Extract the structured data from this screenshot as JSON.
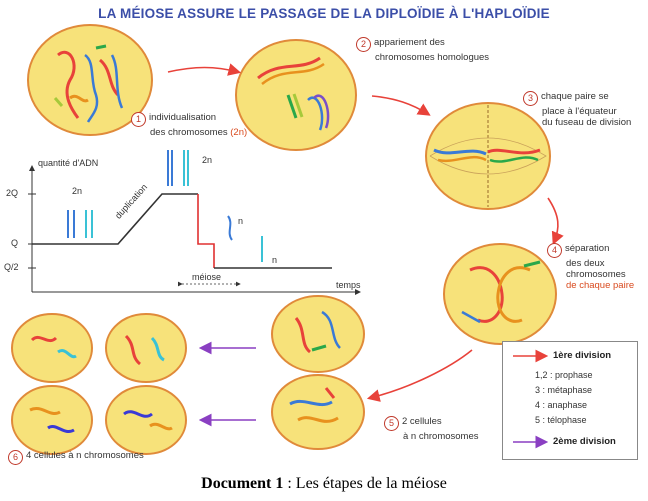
{
  "title": "LA MÉIOSE ASSURE LE PASSAGE DE LA DIPLOÏDIE À L'HAPLOÏDIE",
  "caption": {
    "bold": "Document 1",
    "rest": " : Les étapes de la méiose"
  },
  "steps": [
    {
      "number": "1",
      "line1": "individualisation",
      "line2": "des chromosomes",
      "suffix": "(2n)"
    },
    {
      "number": "2",
      "line1": "appariement des",
      "line2": "chromosomes homologues"
    },
    {
      "number": "3",
      "line1": "chaque paire se",
      "line2": "place à l'équateur",
      "line3": "du fuseau de division"
    },
    {
      "number": "4",
      "line1": "séparation",
      "line2": "des deux",
      "line3": "chromosomes",
      "line4": "de chaque paire"
    },
    {
      "number": "5",
      "line1": "2 cellules",
      "line2": "à n chromosomes"
    },
    {
      "number": "6",
      "line1": "4 cellules à n chromosomes"
    }
  ],
  "graph": {
    "y_title": "quantité d'ADN",
    "x_title": "temps",
    "y_ticks": [
      "2Q",
      "Q",
      "Q/2"
    ],
    "duplication": "duplication",
    "meiose": "méiose",
    "ploidy_2n_a": "2n",
    "ploidy_2n_b": "2n",
    "ploidy_n_a": "n",
    "ploidy_n_b": "n"
  },
  "legend": {
    "first_division": "1ère division",
    "phases": [
      "1,2 : prophase",
      "3 : métaphase",
      "4 : anaphase",
      "5 : télophase"
    ],
    "second_division": "2ème division"
  },
  "colors": {
    "title": "#3b4ea8",
    "cell_fill": "#f7e27a",
    "cell_border": "#e08a3a",
    "first_division_arrow": "#e8423a",
    "second_division_arrow": "#8a3fc2",
    "graph_line": "#333333",
    "graph_red": "#e03030"
  }
}
